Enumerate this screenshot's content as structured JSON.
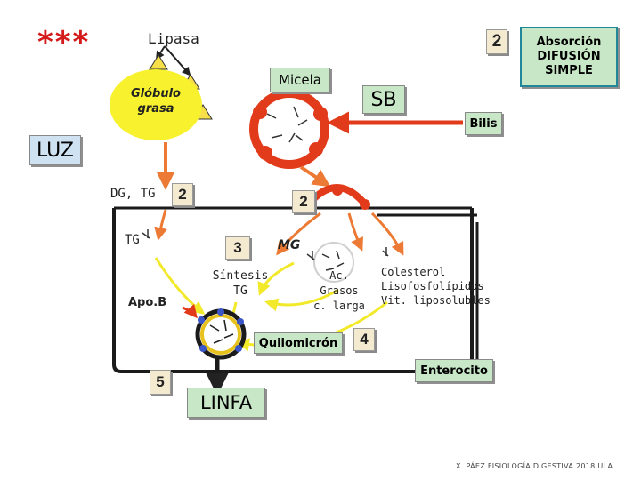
{
  "labels": {
    "stars": "***",
    "lipasa": "Lipasa",
    "globulo": "Glóbulo\ngrasa",
    "micela": "Micela",
    "sb": "SB",
    "bilis": "Bilis",
    "absorcion": "Absorción\nDIFUSIÓN\nSIMPLE",
    "luz": "LUZ",
    "dg_tg": "DG, TG",
    "tg": "TG",
    "mg": "MG",
    "sintesis": "Síntesis\nTG",
    "ac_grasos": "Ac.\nGrasos\nc. larga",
    "colesterol": "Colesterol\nLisofosfolípidos\nVit. liposolubles",
    "apob": "Apo.B",
    "quilomicron": "Quilomicrón",
    "enterocito": "Enterocito",
    "linfa": "LINFA",
    "footer": "X. PÁEZ FISIOLOGÍA DIGESTIVA 2018 ULA"
  },
  "steps": {
    "top_right": "2",
    "left": "2",
    "center": "2",
    "synthesis": "3",
    "chylomicron": "4",
    "lymph": "5"
  },
  "colors": {
    "yellow": "#f7f12e",
    "orange": "#ec7a34",
    "red": "#e23b1b",
    "green_box": "#c8e7c6",
    "badge": "#f3ead0",
    "cell_border": "#1b1b1b"
  }
}
